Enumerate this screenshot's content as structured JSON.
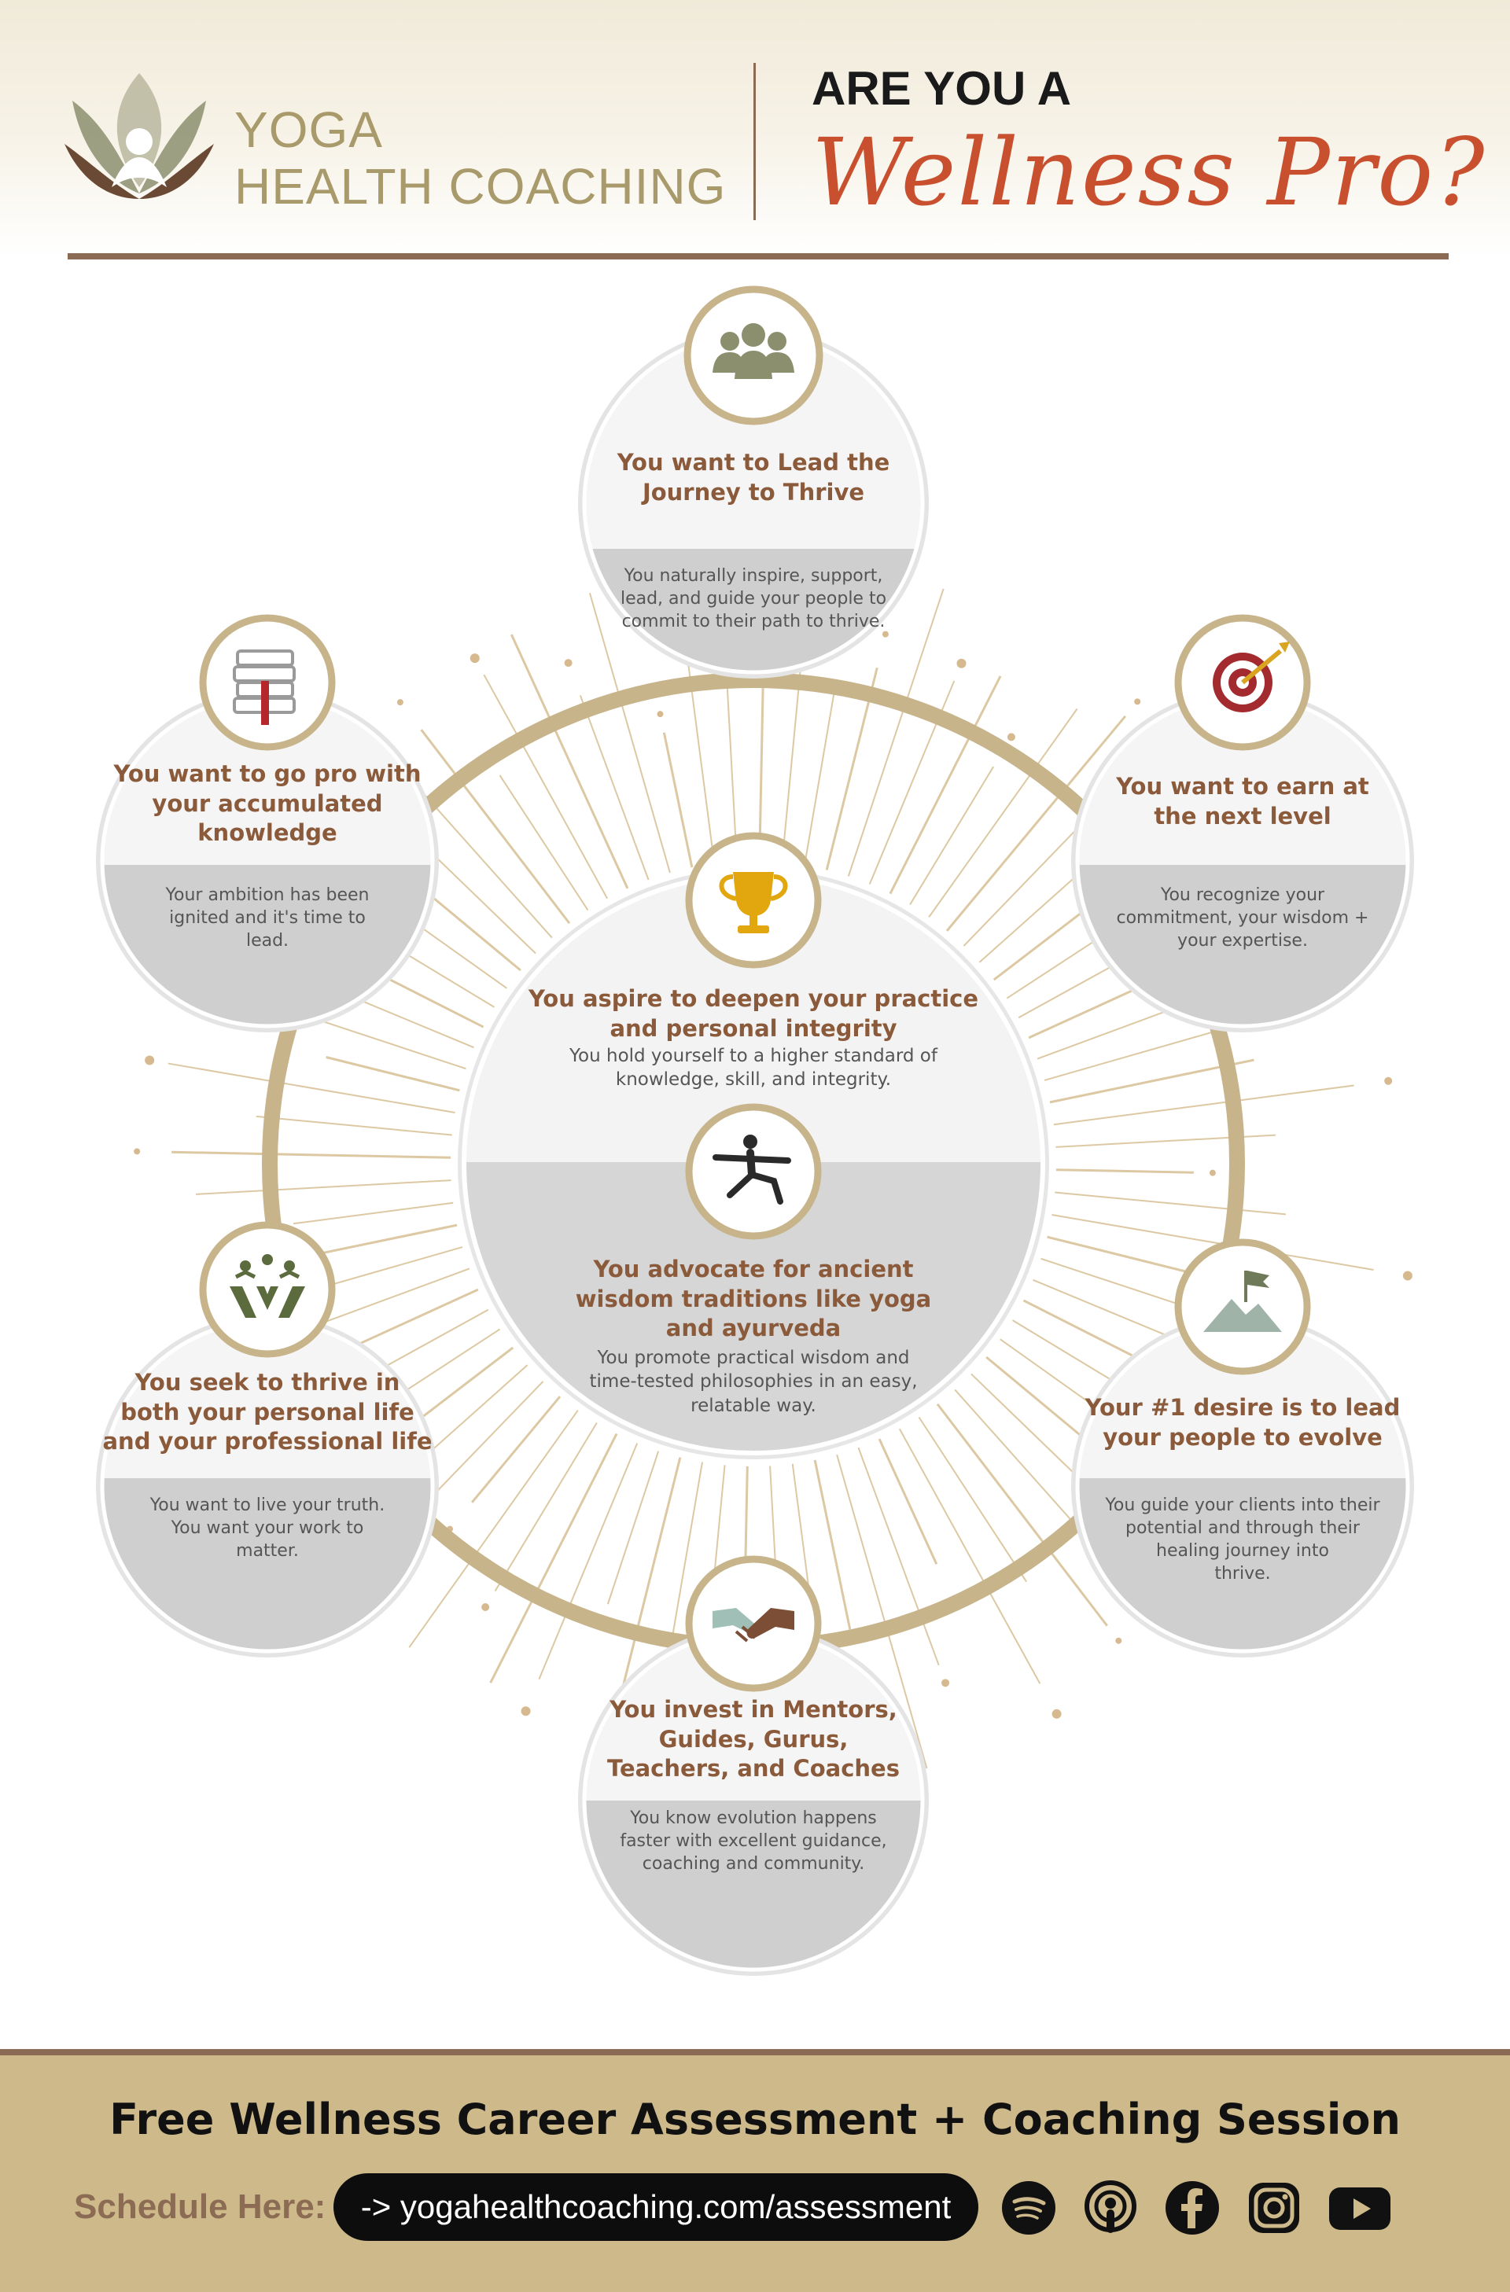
{
  "brand": {
    "line1": "YOGA",
    "line2": "HEALTH COACHING"
  },
  "headline": {
    "prefix": "ARE YOU A",
    "script": "Wellness Pro?"
  },
  "center": {
    "upper": {
      "title_1": "You aspire to deepen your practice",
      "title_2": "and personal integrity",
      "desc_1": "You hold yourself to a higher standard of",
      "desc_2": "knowledge, skill, and integrity."
    },
    "lower": {
      "title_1": "You advocate for ancient",
      "title_2": "wisdom traditions like yoga",
      "title_3": "and ayurveda",
      "desc_1": "You promote practical wisdom and",
      "desc_2": "time-tested philosophies in an easy,",
      "desc_3": "relatable way."
    }
  },
  "nodes": {
    "top": {
      "title_1": "You want to Lead the",
      "title_2": "Journey to Thrive",
      "desc_1": "You naturally inspire, support,",
      "desc_2": "lead, and guide your people to",
      "desc_3": "commit to their path to thrive."
    },
    "upper_left": {
      "title_1": "You want to go pro with",
      "title_2": "your accumulated",
      "title_3": "knowledge",
      "desc_1": "Your ambition has been",
      "desc_2": "ignited and it's time to",
      "desc_3": "lead."
    },
    "upper_right": {
      "title_1": "You  want to earn at",
      "title_2": "the next level",
      "desc_1": "You recognize your",
      "desc_2": "commitment, your wisdom +",
      "desc_3": "your expertise."
    },
    "lower_left": {
      "title_1": "You seek to thrive in",
      "title_2": "both your personal life",
      "title_3": "and your professional life",
      "desc_1": "You want to live your truth.",
      "desc_2": "You want your work to",
      "desc_3": "matter."
    },
    "lower_right": {
      "title_1": "Your #1 desire is to lead",
      "title_2": "your people to evolve",
      "desc_1": "You guide your clients into their",
      "desc_2": "potential and through their",
      "desc_3": "healing journey into",
      "desc_4": "thrive."
    },
    "bottom": {
      "title_1": "You invest in Mentors,",
      "title_2": "Guides, Gurus,",
      "title_3": "Teachers, and Coaches",
      "desc_1": "You know evolution happens",
      "desc_2": "faster with excellent guidance,",
      "desc_3": "coaching and community."
    }
  },
  "icons": {
    "top": "people-group-icon",
    "upper_left": "stacked-books-icon",
    "upper_right": "target-arrow-icon",
    "center_upper": "trophy-icon",
    "center_lower": "yoga-pose-icon",
    "lower_left": "leaves-hands-icon",
    "lower_right": "mountain-flag-icon",
    "bottom": "handshake-icon"
  },
  "footer": {
    "title": "Free Wellness Career Assessment + Coaching Session",
    "schedule_label": "Schedule Here:",
    "url": "-> yogahealthcoaching.com/assessment",
    "socials": [
      "spotify-icon",
      "podcast-icon",
      "facebook-icon",
      "instagram-icon",
      "youtube-icon"
    ]
  },
  "colors": {
    "gold": "#c7b48a",
    "brown": "#8a5a3a",
    "accent": "#c8502e",
    "grey": "#cfcfcf",
    "olive": "#8c8f6e"
  }
}
